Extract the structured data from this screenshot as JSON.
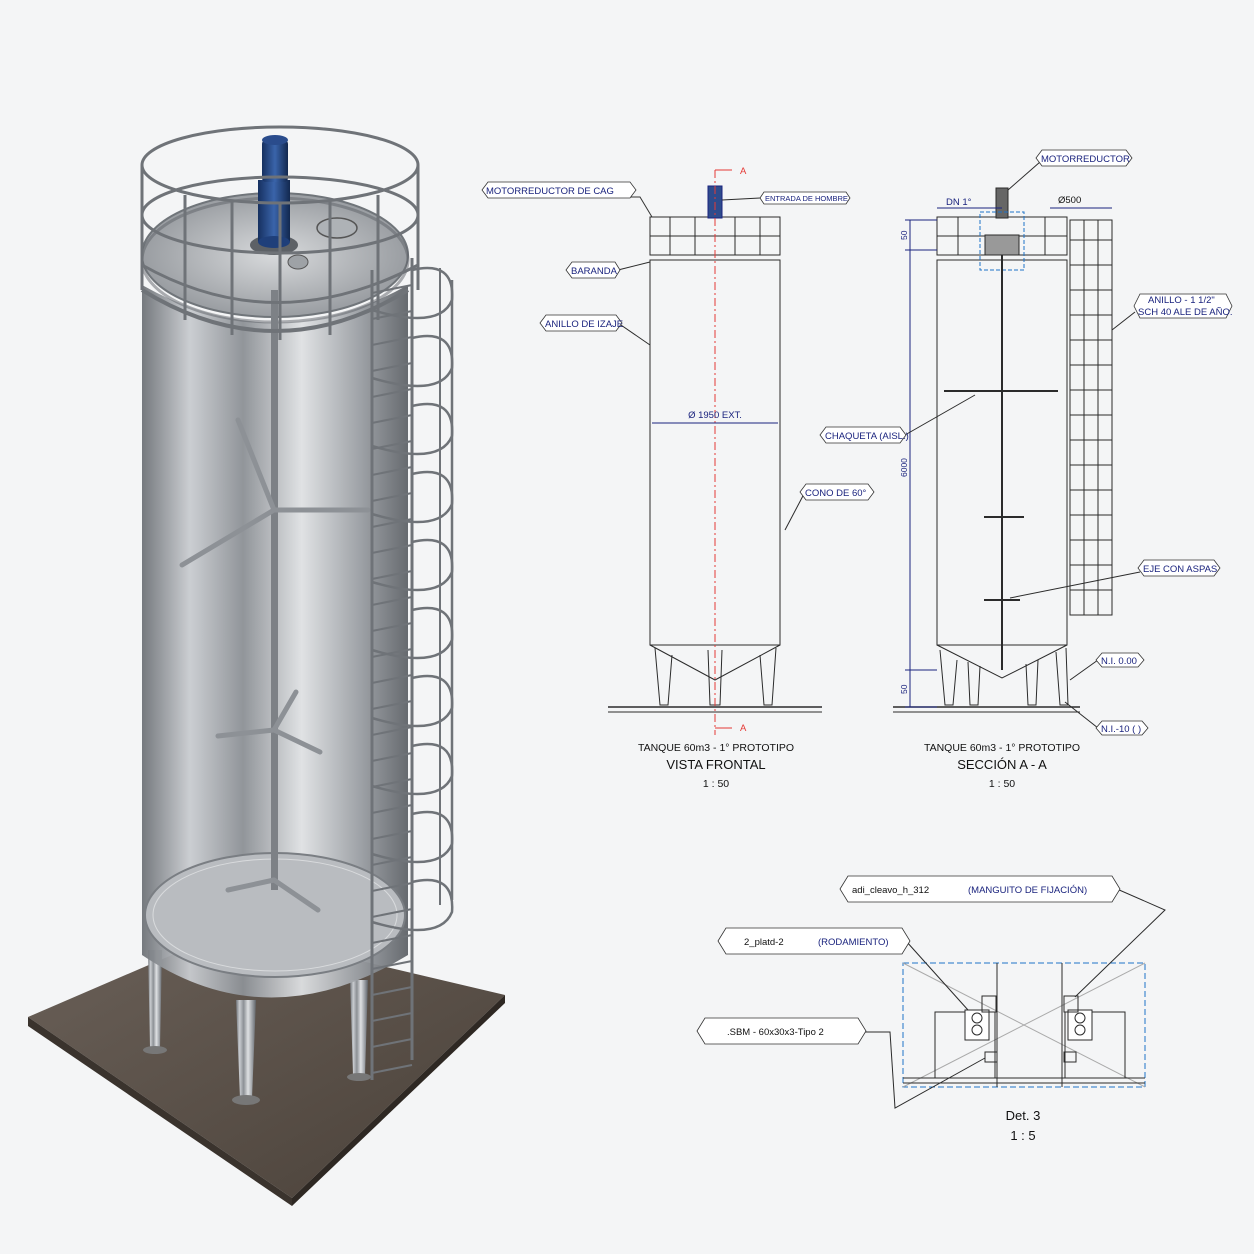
{
  "front_view": {
    "labels": {
      "motor": "MOTORREDUCTOR DE CAG",
      "manhole": "ENTRADA DE HOMBRE",
      "railing": "BARANDA",
      "lifting_ring": "ANILLO DE IZAJE",
      "diameter": "Ø 1950 EXT.",
      "cone": "CONO DE 60°",
      "section_mark_top": "A",
      "section_mark_bottom": "A"
    },
    "caption": {
      "line1": "TANQUE 60m3 - 1° PROTOTIPO",
      "line2": "VISTA FRONTAL",
      "scale": "1 : 50"
    }
  },
  "section_view": {
    "labels": {
      "motor": "MOTORREDUCTOR",
      "dn": "DN 1°",
      "dia500": "Ø500",
      "ring_l1": "ANILLO - 1 1/2\"",
      "ring_l2": "SCH 40 ALE DE AÑO.",
      "jacket": "CHAQUETA (AISL.)",
      "shaft": "EJE CON ASPAS",
      "ni0": "N.I. 0.00",
      "ni10": "N.I.-10 ( )",
      "dim_top": "50",
      "dim_height": "6000",
      "dim_bottom": "50"
    },
    "caption": {
      "line1": "TANQUE 60m3 - 1° PROTOTIPO",
      "line2": "SECCIÓN A - A",
      "scale": "1 : 50"
    }
  },
  "detail": {
    "labels": {
      "clevis": "adi_cleavo_h_312",
      "clevis_desc": "(MANGUITO DE FIJACIÓN)",
      "bearing": "2_platd-2",
      "bearing_desc": "(RODAMIENTO)",
      "beam": ".SBM - 60x30x3-Tipo 2"
    },
    "caption": {
      "line1": "Det. 3",
      "scale": "1 : 5"
    }
  },
  "colors": {
    "drawing_line": "#2b2b2b",
    "label_text": "#1a237e",
    "section_line": "#e53935",
    "motor_blue": "#1f3f7a",
    "steel_light": "#e4e6e8",
    "steel_dark": "#6b6f73",
    "base": "#5a5047"
  }
}
